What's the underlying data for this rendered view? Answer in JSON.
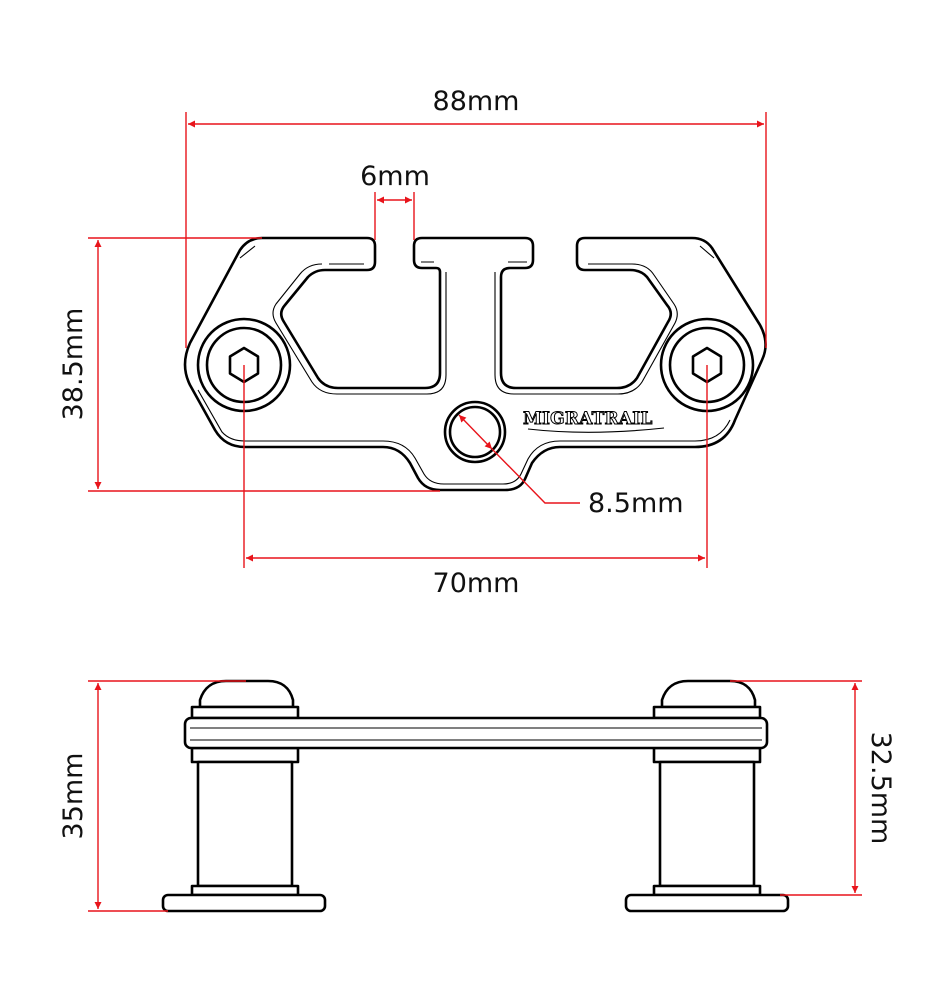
{
  "top_view": {
    "overall_width": "88mm",
    "slot_width": "6mm",
    "height": "38.5mm",
    "hole_diameter": "8.5mm",
    "hole_spacing": "70mm",
    "logo": "MIGRATRAIL"
  },
  "side_view": {
    "total_height": "35mm",
    "post_height": "32.5mm"
  },
  "colors": {
    "dimension_line": "#e8141b",
    "outline": "#000000",
    "background": "#ffffff"
  }
}
